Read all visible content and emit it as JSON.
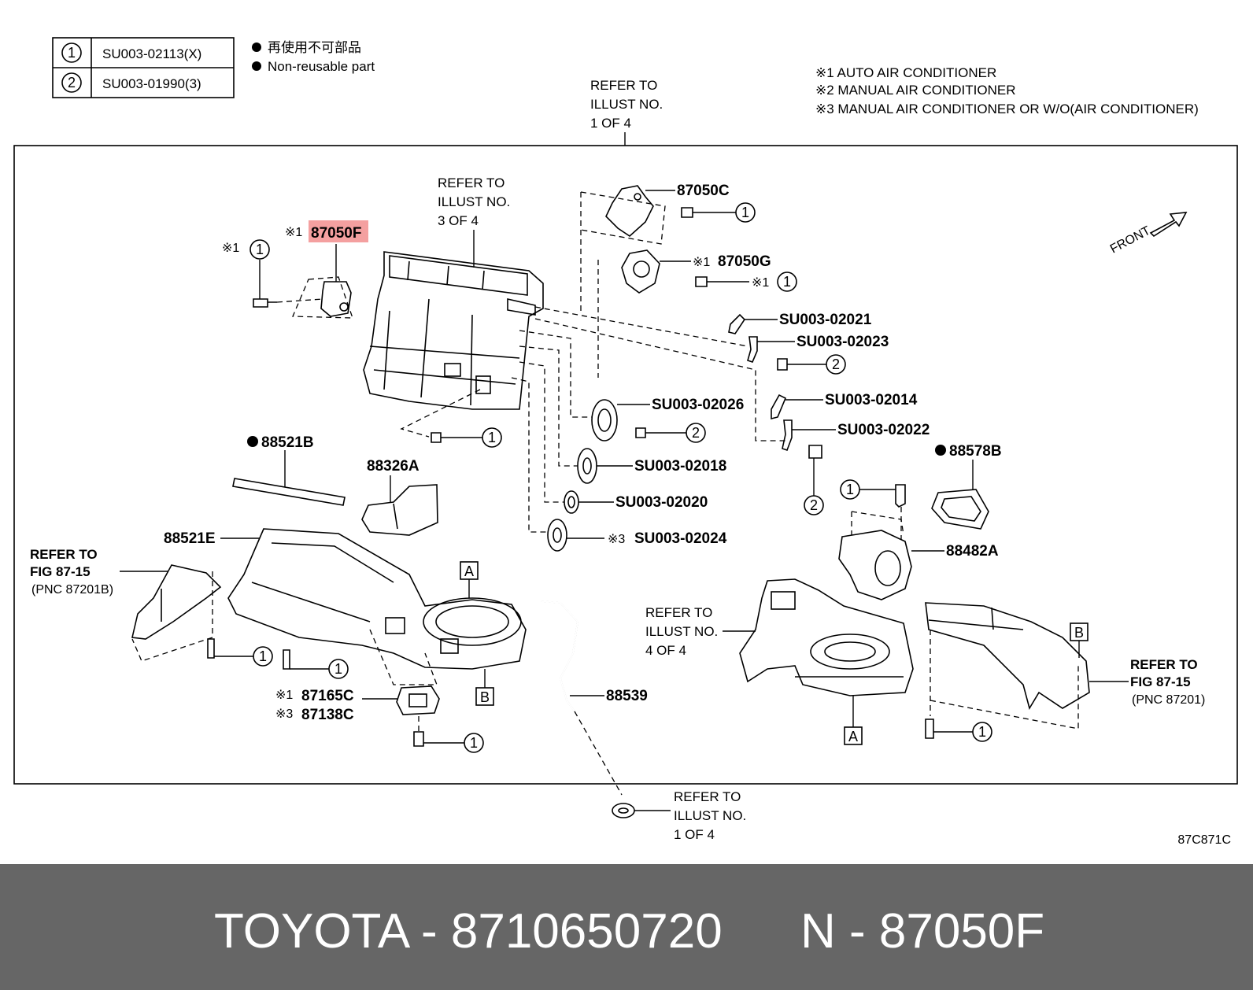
{
  "legend": {
    "rows": [
      {
        "circle": "1",
        "code": "SU003-02113(X)"
      },
      {
        "circle": "2",
        "code": "SU003-01990(3)"
      }
    ],
    "bullets": [
      "再使用不可部品",
      "Non-reusable part"
    ]
  },
  "notes": [
    "※1  AUTO AIR CONDITIONER",
    "※2  MANUAL AIR CONDITIONER",
    "※3  MANUAL AIR CONDITIONER OR W/O(AIR CONDITIONER)"
  ],
  "refer_top": [
    "REFER TO",
    "ILLUST NO.",
    "1 OF 4"
  ],
  "refer_3of4": [
    "REFER TO",
    "ILLUST NO.",
    "3 OF 4"
  ],
  "refer_4of4": [
    "REFER TO",
    "ILLUST NO.",
    "4 OF 4"
  ],
  "refer_bottom": [
    "REFER TO",
    "ILLUST NO.",
    "1 OF 4"
  ],
  "refer_fig_left": [
    "REFER  TO",
    "FIG  87-15",
    "(PNC  87201B)"
  ],
  "refer_fig_right": [
    "REFER  TO",
    "FIG  87-15",
    "(PNC  87201)"
  ],
  "front_label": "FRONT",
  "mark1": "※1",
  "mark3": "※3",
  "bullet": "●",
  "circle1": "1",
  "circle2": "2",
  "box_a": "A",
  "box_b": "B",
  "parts": {
    "p87050f": "87050F",
    "p87050c": "87050C",
    "p87050g": "87050G",
    "su02021": "SU003-02021",
    "su02023": "SU003-02023",
    "su02026": "SU003-02026",
    "su02014": "SU003-02014",
    "su02022": "SU003-02022",
    "su02018": "SU003-02018",
    "su02020": "SU003-02020",
    "su02024": "SU003-02024",
    "p88521b": "88521B",
    "p88326a": "88326A",
    "p88521e": "88521E",
    "p88578b": "88578B",
    "p88482a": "88482A",
    "p87165c": "87165C",
    "p87138c": "87138C",
    "p88539": "88539"
  },
  "illustration_code": "87C871C",
  "footer": {
    "brand_part": "TOYOTA - 8710650720",
    "ref": "N - 87050F"
  },
  "colors": {
    "highlight": "#f4a0a0",
    "footer_bg": "#666666",
    "footer_text": "#ffffff"
  }
}
